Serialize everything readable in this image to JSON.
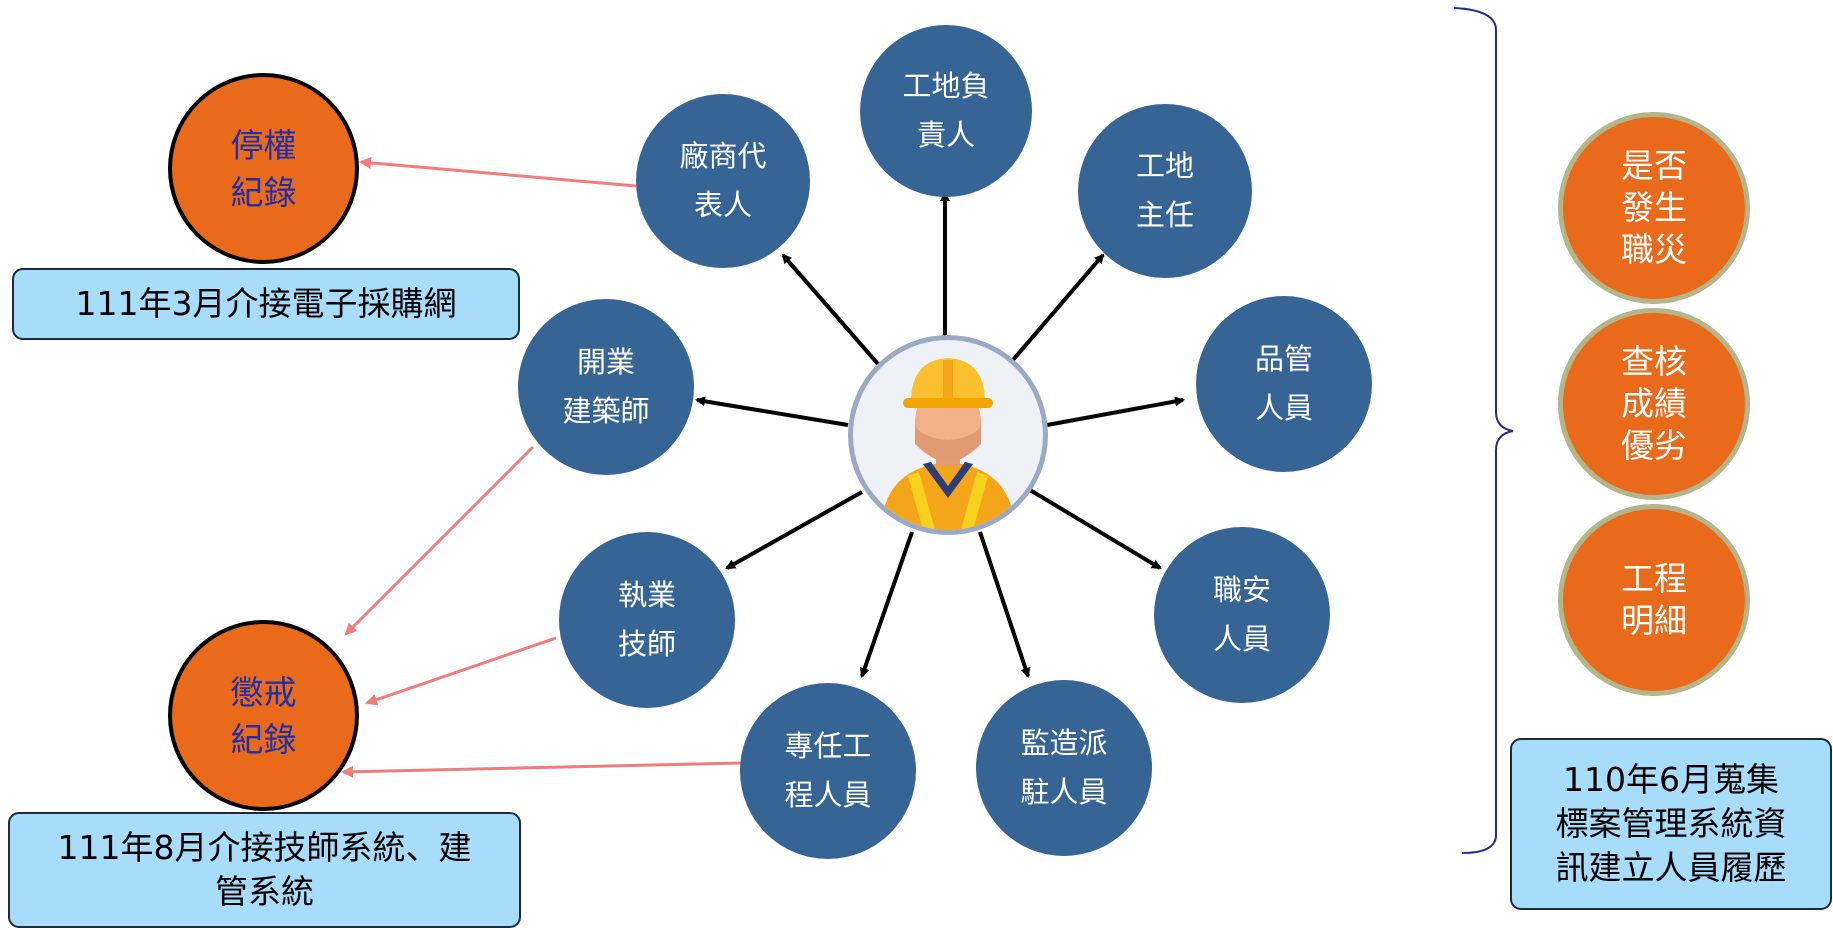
{
  "center_icon": "construction-worker-icon",
  "colors": {
    "blue_node": "#356495",
    "orange_node": "#e86a1a",
    "info_box": "#a7dcfb",
    "record_arrow": "#f07c7c"
  },
  "roles": [
    {
      "id": "site-manager",
      "label": "工地負\n責人"
    },
    {
      "id": "site-supervisor",
      "label": "工地\n主任"
    },
    {
      "id": "quality-staff",
      "label": "品管\n人員"
    },
    {
      "id": "safety-staff",
      "label": "職安\n人員"
    },
    {
      "id": "supervision-staff",
      "label": "監造派\n駐人員"
    },
    {
      "id": "engineering-staff",
      "label": "專任工\n程人員"
    },
    {
      "id": "practicing-technician",
      "label": "執業\n技師"
    },
    {
      "id": "architect",
      "label": "開業\n建築師"
    },
    {
      "id": "vendor-rep",
      "label": "廠商代\n表人"
    }
  ],
  "records": {
    "suspension": "停權\n紀錄",
    "discipline": "懲戒\n紀錄"
  },
  "performance": [
    {
      "id": "occupational-accident",
      "label": "是否\n發生\n職災"
    },
    {
      "id": "audit-score",
      "label": "查核\n成績\n優劣"
    },
    {
      "id": "project-detail",
      "label": "工程\n明細"
    }
  ],
  "notes": {
    "procurement": "111年3月介接電子採購網",
    "technician": "111年8月介接技師系統、建\n管系統",
    "tender": "110年6月蒐集\n標案管理系統資\n訊建立人員履歷"
  }
}
